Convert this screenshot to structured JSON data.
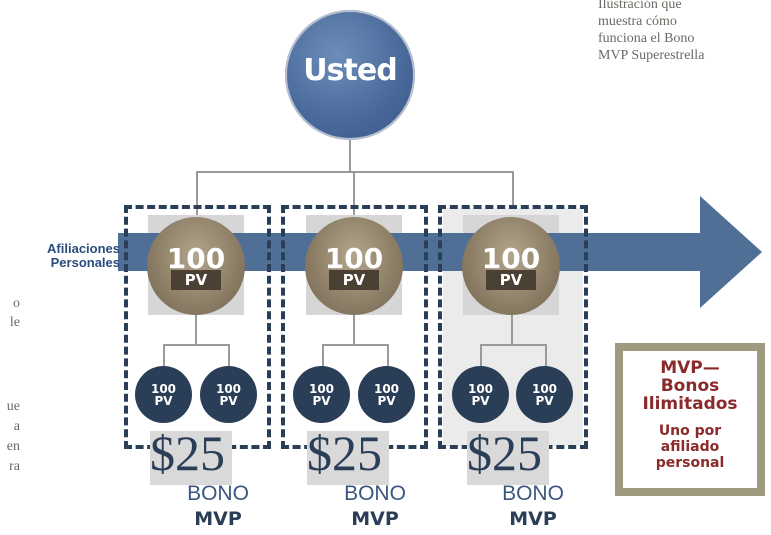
{
  "caption": [
    "Ilustración que",
    "muestra cómo",
    "funciona el Bono",
    "MVP Superestrella"
  ],
  "root": {
    "label": "Usted"
  },
  "arrow": {
    "label_line1": "Afiliaciones",
    "label_line2": "Personales"
  },
  "side_text": [
    "o",
    "le",
    "ue",
    "a",
    "en",
    "ra"
  ],
  "columns": [
    {
      "pv_value": "100",
      "pv_unit": "PV",
      "children": [
        {
          "value": "100",
          "unit": "PV"
        },
        {
          "value": "100",
          "unit": "PV"
        }
      ],
      "amount": "$25",
      "bono": "BONO",
      "mvp": "MVP"
    },
    {
      "pv_value": "100",
      "pv_unit": "PV",
      "children": [
        {
          "value": "100",
          "unit": "PV"
        },
        {
          "value": "100",
          "unit": "PV"
        }
      ],
      "amount": "$25",
      "bono": "BONO",
      "mvp": "MVP"
    },
    {
      "pv_value": "100",
      "pv_unit": "PV",
      "children": [
        {
          "value": "100",
          "unit": "PV"
        },
        {
          "value": "100",
          "unit": "PV"
        }
      ],
      "amount": "$25",
      "bono": "BONO",
      "mvp": "MVP"
    }
  ],
  "mvp_box": {
    "title": [
      "MVP—",
      "Bonos",
      "Ilimitados"
    ],
    "subtitle": [
      "Uno por",
      "afiliado",
      "personal"
    ]
  },
  "colors": {
    "navy": "#2b3e57",
    "arrow_blue": "#4f6f97",
    "root_blue": "#48689a",
    "bronze": "#8f8068",
    "maroon": "#8a2a2a",
    "olive_border": "#9d9a80"
  }
}
